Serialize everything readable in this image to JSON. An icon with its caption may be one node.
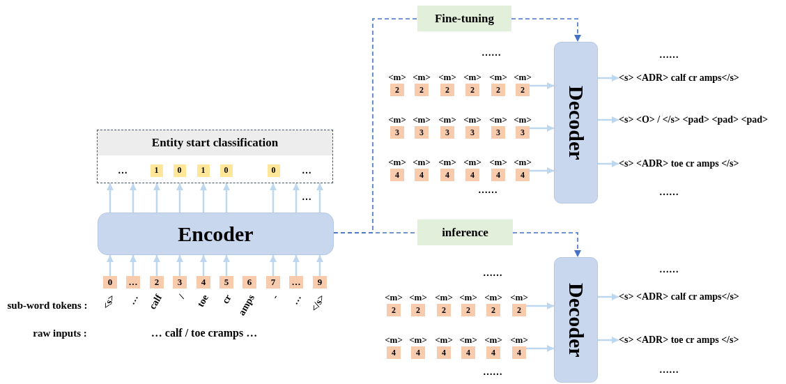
{
  "diagram": {
    "nodes": [
      {
        "text": [
          "Fine-tuning"
        ]
      },
      {
        "text": [
          "Decoder"
        ]
      },
      {
        "text": [
          "2"
        ],
        "beside": [
          "<m>"
        ]
      },
      {
        "text": [
          "2"
        ],
        "beside": [
          "<m>"
        ]
      },
      {
        "text": [
          "2"
        ],
        "beside": [
          "<m>"
        ]
      },
      {
        "text": [
          "2"
        ],
        "beside": [
          "<m>"
        ]
      },
      {
        "text": [
          "2"
        ],
        "beside": [
          "<m>"
        ]
      },
      {
        "text": [
          "2"
        ],
        "beside": [
          "<m>"
        ]
      },
      {
        "text": [
          "3"
        ],
        "beside": [
          "<m>"
        ]
      },
      {
        "text": [
          "3"
        ],
        "beside": [
          "<m>"
        ]
      },
      {
        "text": [
          "3"
        ],
        "beside": [
          "<m>"
        ]
      },
      {
        "text": [
          "3"
        ],
        "beside": [
          "<m>"
        ]
      },
      {
        "text": [
          "3"
        ],
        "beside": [
          "<m>"
        ]
      },
      {
        "text": [
          "3"
        ],
        "beside": [
          "<m>"
        ]
      },
      {
        "text": [
          "4"
        ],
        "beside": [
          "<m>"
        ]
      },
      {
        "text": [
          "4"
        ],
        "beside": [
          "<m>"
        ]
      },
      {
        "text": [
          "4"
        ],
        "beside": [
          "<m>"
        ]
      },
      {
        "text": [
          "4"
        ],
        "beside": [
          "<m>"
        ]
      },
      {
        "text": [
          "4"
        ],
        "beside": [
          "<m>"
        ]
      },
      {
        "text": [
          "4"
        ],
        "beside": [
          "<m>"
        ]
      },
      {
        "text": [
          "<s> <ADR> calf cr amps</s>"
        ]
      },
      {
        "text": [
          "<s> <O> / </s> <pad> <pad> <pad>"
        ]
      },
      {
        "text": [
          "<s> <ADR> toe cr amps </s>"
        ]
      },
      {
        "text": [
          "Entity start classification"
        ]
      },
      {
        "text": [
          "1"
        ],
        "in": 23
      },
      {
        "text": [
          "0"
        ],
        "in": 23
      },
      {
        "text": [
          "1"
        ],
        "in": 23
      },
      {
        "text": [
          "0"
        ],
        "in": 23
      },
      {
        "text": [
          "0"
        ],
        "in": 23
      },
      {
        "text": [
          "Encoder"
        ]
      },
      {
        "text": [
          "0"
        ],
        "beside": [
          "<s>"
        ]
      },
      {
        "text": [
          "…"
        ],
        "beside": [
          "…"
        ]
      },
      {
        "text": [
          "2"
        ],
        "beside": [
          "calf"
        ]
      },
      {
        "text": [
          "3"
        ],
        "beside": [
          "/"
        ]
      },
      {
        "text": [
          "4"
        ],
        "beside": [
          "toe"
        ]
      },
      {
        "text": [
          "5"
        ],
        "beside": [
          "cr"
        ]
      },
      {
        "text": [
          "6"
        ],
        "beside": [
          "amps"
        ]
      },
      {
        "text": [
          "7"
        ],
        "beside": [
          "-"
        ]
      },
      {
        "text": [
          "…"
        ],
        "beside": [
          "…"
        ]
      },
      {
        "text": [
          "9"
        ],
        "beside": [
          "</s>"
        ]
      },
      {
        "text": [
          "inference"
        ]
      },
      {
        "text": [
          "Decoder"
        ]
      },
      {
        "text": [
          "2"
        ],
        "beside": [
          "<m>"
        ]
      },
      {
        "text": [
          "2"
        ],
        "beside": [
          "<m>"
        ]
      },
      {
        "text": [
          "2"
        ],
        "beside": [
          "<m>"
        ]
      },
      {
        "text": [
          "2"
        ],
        "beside": [
          "<m>"
        ]
      },
      {
        "text": [
          "2"
        ],
        "beside": [
          "<m>"
        ]
      },
      {
        "text": [
          "2"
        ],
        "beside": [
          "<m>"
        ]
      },
      {
        "text": [
          "4"
        ],
        "beside": [
          "<m>"
        ]
      },
      {
        "text": [
          "4"
        ],
        "beside": [
          "<m>"
        ]
      },
      {
        "text": [
          "4"
        ],
        "beside": [
          "<m>"
        ]
      },
      {
        "text": [
          "4"
        ],
        "beside": [
          "<m>"
        ]
      },
      {
        "text": [
          "4"
        ],
        "beside": [
          "<m>"
        ]
      },
      {
        "text": [
          "4"
        ],
        "beside": [
          "<m>"
        ]
      },
      {
        "text": [
          "<s> <ADR> calf cr amps</s>"
        ]
      },
      {
        "text": [
          "<s> <ADR> toe cr amps </s>"
        ]
      }
    ],
    "edges": [
      {
        "from": 30,
        "to": 29,
        "arrow": "to"
      },
      {
        "from": 31,
        "to": 29,
        "arrow": "to"
      },
      {
        "from": 32,
        "to": 29,
        "arrow": "to"
      },
      {
        "from": 33,
        "to": 29,
        "arrow": "to"
      },
      {
        "from": 34,
        "to": 29,
        "arrow": "to"
      },
      {
        "from": 35,
        "to": 29,
        "arrow": "to"
      },
      {
        "from": 37,
        "to": 29,
        "arrow": "to"
      },
      {
        "from": 38,
        "to": 29,
        "arrow": "to"
      },
      {
        "from": 39,
        "to": 29,
        "arrow": "to"
      },
      {
        "from": 29,
        "to": 23,
        "arrow": "to"
      },
      {
        "from": 29,
        "to": 23,
        "arrow": "to"
      },
      {
        "from": 29,
        "to": 23,
        "arrow": "to"
      },
      {
        "from": 29,
        "to": 23,
        "arrow": "to"
      },
      {
        "from": 29,
        "to": 23,
        "arrow": "to"
      },
      {
        "from": 29,
        "to": 23,
        "arrow": "to"
      },
      {
        "from": 29,
        "to": 23,
        "arrow": "to"
      },
      {
        "from": 29,
        "to": 23,
        "arrow": "to"
      },
      {
        "from": 29,
        "to": 23,
        "arrow": "to"
      },
      {
        "from": 29,
        "to": 0,
        "arrow": "none",
        "style": "dashed",
        "color": "#4472c4"
      },
      {
        "from": 0,
        "to": 1,
        "arrow": "to",
        "style": "dashed",
        "color": "#4472c4"
      },
      {
        "from": 29,
        "to": 40,
        "arrow": "none",
        "style": "dashed",
        "color": "#4472c4"
      },
      {
        "from": 40,
        "to": 41,
        "arrow": "to",
        "style": "dashed",
        "color": "#4472c4"
      },
      {
        "from": 7,
        "to": 1,
        "arrow": "to"
      },
      {
        "from": 13,
        "to": 1,
        "arrow": "to"
      },
      {
        "from": 19,
        "to": 1,
        "arrow": "to"
      },
      {
        "from": 1,
        "to": 20,
        "arrow": "to"
      },
      {
        "from": 1,
        "to": 21,
        "arrow": "to"
      },
      {
        "from": 1,
        "to": 22,
        "arrow": "to"
      },
      {
        "from": 47,
        "to": 41,
        "arrow": "to"
      },
      {
        "from": 53,
        "to": 41,
        "arrow": "to"
      },
      {
        "from": 41,
        "to": 54,
        "arrow": "to"
      },
      {
        "from": 41,
        "to": 55,
        "arrow": "to"
      }
    ],
    "labels": [
      "……",
      "……",
      "……",
      "……",
      "…",
      "…",
      "…",
      "sub-word tokens :",
      "raw inputs :",
      "… calf / toe cramps …",
      "……",
      "……",
      "……",
      "……"
    ]
  }
}
